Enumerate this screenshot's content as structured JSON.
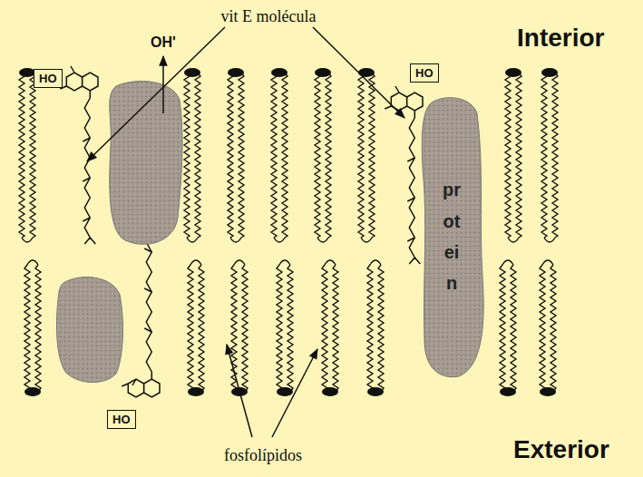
{
  "diagram": {
    "nodes": [
      {
        "text": [
          "HO"
        ]
      },
      {
        "text": [
          "HO"
        ]
      },
      {
        "text": [
          "protein"
        ]
      },
      {
        "text": [
          "HO"
        ]
      }
    ],
    "labels": [
      "vit E molécula",
      "OH'",
      "Interior",
      "Exterior",
      "fosfolípidos"
    ]
  }
}
